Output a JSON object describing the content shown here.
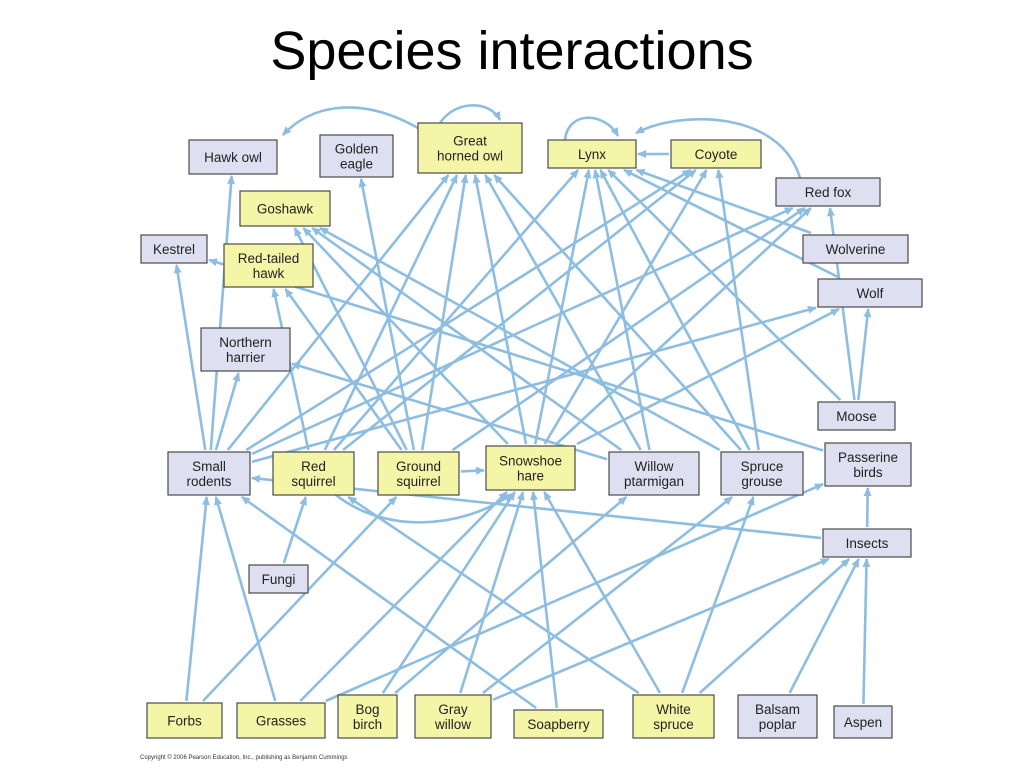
{
  "title": "Species interactions",
  "copyright": "Copyright © 2006 Pearson Education, Inc., publishing as Benjamin Cummings",
  "colors": {
    "producer_fill": "#f5f5a8",
    "consumer_fill": "#dedff0",
    "node_border": "#4a4a4a",
    "arrow": "#8dbde0"
  },
  "nodes": [
    {
      "id": "hawk_owl",
      "label": [
        "Hawk owl"
      ],
      "kind": "consumer"
    },
    {
      "id": "golden_eagle",
      "label": [
        "Golden",
        "eagle"
      ],
      "kind": "consumer"
    },
    {
      "id": "great_horned_owl",
      "label": [
        "Great",
        "horned owl"
      ],
      "kind": "producer"
    },
    {
      "id": "lynx",
      "label": [
        "Lynx"
      ],
      "kind": "producer"
    },
    {
      "id": "coyote",
      "label": [
        "Coyote"
      ],
      "kind": "producer"
    },
    {
      "id": "red_fox",
      "label": [
        "Red fox"
      ],
      "kind": "consumer"
    },
    {
      "id": "goshawk",
      "label": [
        "Goshawk"
      ],
      "kind": "producer"
    },
    {
      "id": "kestrel",
      "label": [
        "Kestrel"
      ],
      "kind": "consumer"
    },
    {
      "id": "red_tailed_hawk",
      "label": [
        "Red-tailed",
        "hawk"
      ],
      "kind": "producer"
    },
    {
      "id": "wolverine",
      "label": [
        "Wolverine"
      ],
      "kind": "consumer"
    },
    {
      "id": "wolf",
      "label": [
        "Wolf"
      ],
      "kind": "consumer"
    },
    {
      "id": "northern_harrier",
      "label": [
        "Northern",
        "harrier"
      ],
      "kind": "consumer"
    },
    {
      "id": "moose",
      "label": [
        "Moose"
      ],
      "kind": "consumer"
    },
    {
      "id": "small_rodents",
      "label": [
        "Small",
        "rodents"
      ],
      "kind": "consumer"
    },
    {
      "id": "red_squirrel",
      "label": [
        "Red",
        "squirrel"
      ],
      "kind": "producer"
    },
    {
      "id": "ground_squirrel",
      "label": [
        "Ground",
        "squirrel"
      ],
      "kind": "producer"
    },
    {
      "id": "snowshoe_hare",
      "label": [
        "Snowshoe",
        "hare"
      ],
      "kind": "producer"
    },
    {
      "id": "willow_ptarmigan",
      "label": [
        "Willow",
        "ptarmigan"
      ],
      "kind": "consumer"
    },
    {
      "id": "spruce_grouse",
      "label": [
        "Spruce",
        "grouse"
      ],
      "kind": "consumer"
    },
    {
      "id": "passerine_birds",
      "label": [
        "Passerine",
        "birds"
      ],
      "kind": "consumer"
    },
    {
      "id": "insects",
      "label": [
        "Insects"
      ],
      "kind": "consumer"
    },
    {
      "id": "fungi",
      "label": [
        "Fungi"
      ],
      "kind": "consumer"
    },
    {
      "id": "forbs",
      "label": [
        "Forbs"
      ],
      "kind": "producer"
    },
    {
      "id": "grasses",
      "label": [
        "Grasses"
      ],
      "kind": "producer"
    },
    {
      "id": "bog_birch",
      "label": [
        "Bog",
        "birch"
      ],
      "kind": "producer"
    },
    {
      "id": "gray_willow",
      "label": [
        "Gray",
        "willow"
      ],
      "kind": "producer"
    },
    {
      "id": "soapberry",
      "label": [
        "Soapberry"
      ],
      "kind": "producer"
    },
    {
      "id": "white_spruce",
      "label": [
        "White",
        "spruce"
      ],
      "kind": "producer"
    },
    {
      "id": "balsam_poplar",
      "label": [
        "Balsam",
        "poplar"
      ],
      "kind": "consumer"
    },
    {
      "id": "aspen",
      "label": [
        "Aspen"
      ],
      "kind": "consumer"
    }
  ],
  "edges": [
    [
      "forbs",
      "small_rodents"
    ],
    [
      "grasses",
      "small_rodents"
    ],
    [
      "forbs",
      "ground_squirrel"
    ],
    [
      "grasses",
      "snowshoe_hare"
    ],
    [
      "grasses",
      "passerine_birds"
    ],
    [
      "bog_birch",
      "snowshoe_hare"
    ],
    [
      "bog_birch",
      "willow_ptarmigan"
    ],
    [
      "gray_willow",
      "snowshoe_hare"
    ],
    [
      "gray_willow",
      "spruce_grouse"
    ],
    [
      "gray_willow",
      "insects"
    ],
    [
      "soapberry",
      "snowshoe_hare"
    ],
    [
      "soapberry",
      "small_rodents"
    ],
    [
      "white_spruce",
      "red_squirrel"
    ],
    [
      "white_spruce",
      "snowshoe_hare"
    ],
    [
      "white_spruce",
      "insects"
    ],
    [
      "white_spruce",
      "spruce_grouse"
    ],
    [
      "balsam_poplar",
      "insects"
    ],
    [
      "aspen",
      "insects"
    ],
    [
      "fungi",
      "red_squirrel"
    ],
    [
      "insects",
      "passerine_birds"
    ],
    [
      "insects",
      "small_rodents"
    ],
    [
      "small_rodents",
      "hawk_owl"
    ],
    [
      "small_rodents",
      "kestrel"
    ],
    [
      "small_rodents",
      "northern_harrier"
    ],
    [
      "small_rodents",
      "great_horned_owl"
    ],
    [
      "small_rodents",
      "red_fox"
    ],
    [
      "small_rodents",
      "coyote"
    ],
    [
      "small_rodents",
      "wolf"
    ],
    [
      "red_squirrel",
      "red_tailed_hawk"
    ],
    [
      "red_squirrel",
      "lynx"
    ],
    [
      "red_squirrel",
      "great_horned_owl"
    ],
    [
      "red_squirrel",
      "coyote"
    ],
    [
      "ground_squirrel",
      "red_tailed_hawk"
    ],
    [
      "ground_squirrel",
      "golden_eagle"
    ],
    [
      "ground_squirrel",
      "goshawk"
    ],
    [
      "ground_squirrel",
      "great_horned_owl"
    ],
    [
      "ground_squirrel",
      "red_fox"
    ],
    [
      "ground_squirrel",
      "snowshoe_hare"
    ],
    [
      "snowshoe_hare",
      "lynx"
    ],
    [
      "snowshoe_hare",
      "great_horned_owl"
    ],
    [
      "snowshoe_hare",
      "goshawk"
    ],
    [
      "snowshoe_hare",
      "coyote"
    ],
    [
      "snowshoe_hare",
      "red_fox"
    ],
    [
      "snowshoe_hare",
      "wolf"
    ],
    [
      "willow_ptarmigan",
      "goshawk"
    ],
    [
      "willow_ptarmigan",
      "northern_harrier"
    ],
    [
      "willow_ptarmigan",
      "lynx"
    ],
    [
      "willow_ptarmigan",
      "great_horned_owl"
    ],
    [
      "spruce_grouse",
      "goshawk"
    ],
    [
      "spruce_grouse",
      "coyote"
    ],
    [
      "spruce_grouse",
      "lynx"
    ],
    [
      "spruce_grouse",
      "great_horned_owl"
    ],
    [
      "passerine_birds",
      "kestrel"
    ],
    [
      "moose",
      "wolf"
    ],
    [
      "moose",
      "red_fox"
    ],
    [
      "moose",
      "lynx"
    ],
    [
      "wolverine",
      "lynx"
    ],
    [
      "wolf",
      "lynx"
    ],
    [
      "coyote",
      "lynx"
    ]
  ],
  "curves": [
    [
      "great_horned_owl",
      "hawk_owl"
    ],
    [
      "great_horned_owl",
      "great_horned_owl"
    ],
    [
      "lynx",
      "lynx"
    ],
    [
      "red_fox",
      "lynx"
    ],
    [
      "small_rodents",
      "snowshoe_hare"
    ]
  ]
}
